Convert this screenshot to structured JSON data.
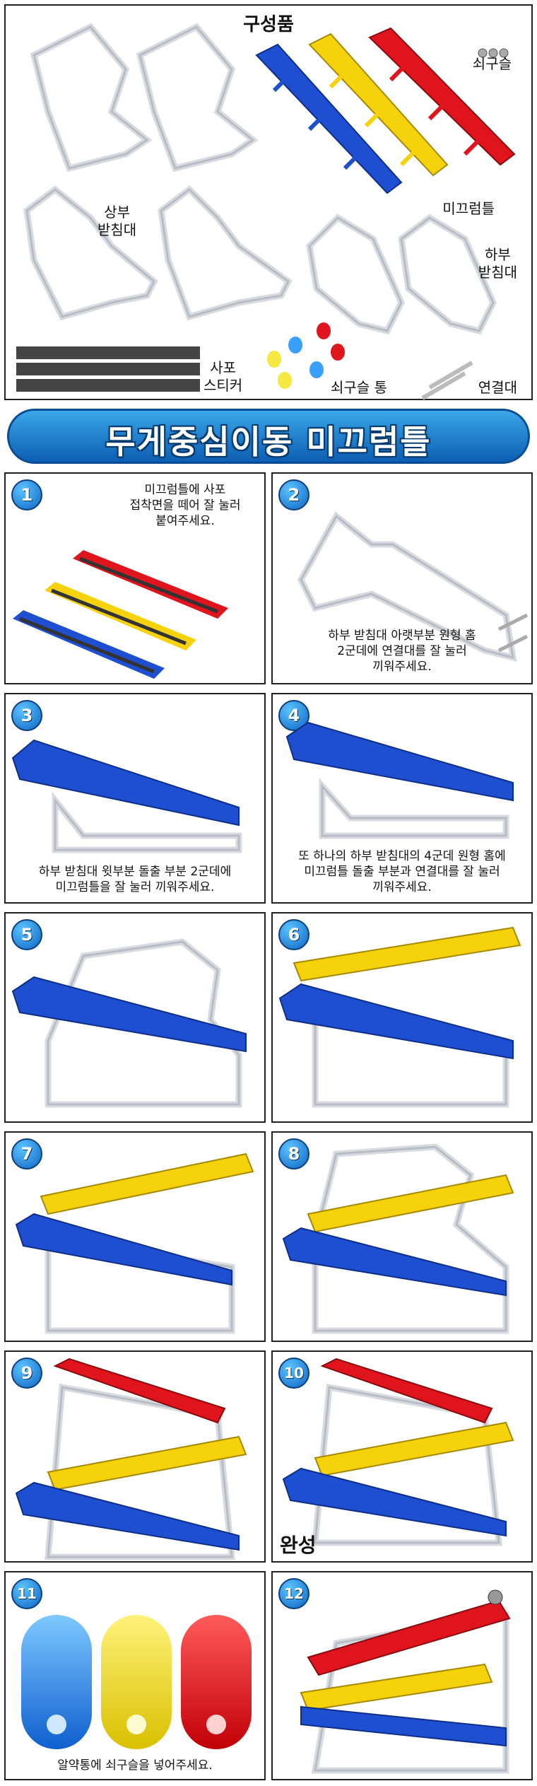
{
  "components": {
    "title": "구성품",
    "balls_label": "쇠구슬",
    "slides_label": "미끄럼틀",
    "upper_stand_label": "상부\n받침대",
    "lower_stand_label": "하부\n받침대",
    "sticker_label": "사포\n스티커",
    "ball_case_label": "쇠구슬 통",
    "connector_label": "연결대"
  },
  "banner": {
    "title": "무게중심이동 미끄럼틀"
  },
  "steps": [
    {
      "number": "1",
      "text": "미끄럼틀에 사포\n접착면을 떼어 잘 눌러\n붙여주세요."
    },
    {
      "number": "2",
      "text": "하부 받침대 아랫부분 원형 홈\n2군데에 연결대를 잘 눌러\n끼워주세요."
    },
    {
      "number": "3",
      "text": "하부 받침대 윗부분 돌출 부분 2군데에\n미끄럼틀을 잘 눌러 끼워주세요."
    },
    {
      "number": "4",
      "text": "또 하나의 하부 받침대의 4군데 원형 홈에\n미끄럼틀 돌출 부분과 연결대를 잘 눌러\n끼워주세요."
    },
    {
      "number": "5",
      "text": ""
    },
    {
      "number": "6",
      "text": ""
    },
    {
      "number": "7",
      "text": ""
    },
    {
      "number": "8",
      "text": ""
    },
    {
      "number": "9",
      "text": ""
    },
    {
      "number": "10",
      "text": "완성"
    },
    {
      "number": "11",
      "text": "알약통에 쇠구슬을 넣어주세요."
    },
    {
      "number": "12",
      "text": ""
    }
  ],
  "colors": {
    "blue": "#1f4fd1",
    "yellow": "#f5d20c",
    "red": "#e0141c",
    "banner": "#1a7fd4"
  }
}
